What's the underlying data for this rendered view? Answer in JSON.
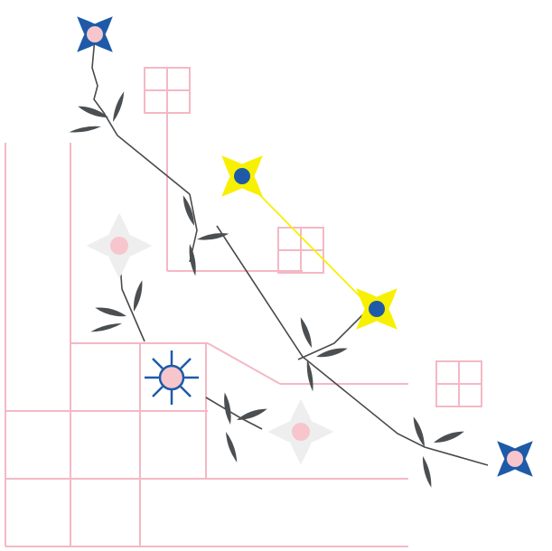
{
  "colors": {
    "background": "#ffffff",
    "grid_line": "#f4b8c4",
    "stem": "#4a4a4a",
    "leaf": "#4b4f52",
    "petal_blue": "#1e5aa8",
    "petal_yellow": "#f7f000",
    "petal_white": "#eeeeee",
    "center_pink": "#f7c5cc",
    "center_blue": "#1e5aa8",
    "sun_blue": "#1e5aa8"
  },
  "motifs": {
    "flowers": [
      "blue-flower",
      "yellow-flower",
      "white-flower",
      "sun-flower"
    ],
    "leaves": "leaf-cluster",
    "grid": "pink-grid"
  }
}
